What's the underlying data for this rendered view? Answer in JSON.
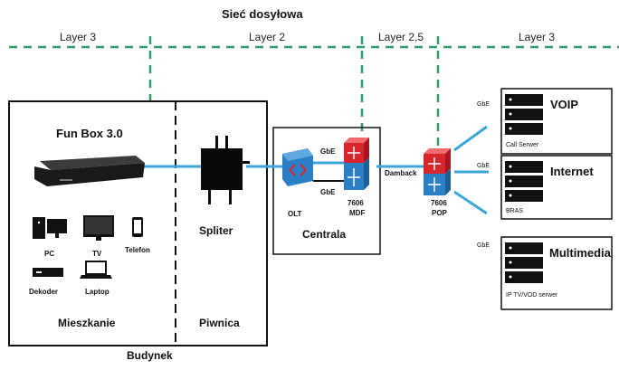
{
  "diagram": {
    "title": "Sieć dosyłowa",
    "layers": [
      "Layer 3",
      "Layer 2",
      "Layer 2,5",
      "Layer 3"
    ],
    "colors": {
      "dashed_line": "#2e9e6a",
      "link": "#3aa5d6",
      "device_red": "#d7262e",
      "device_blue": "#2b7fc4"
    },
    "home": {
      "device": "Fun Box 3.0",
      "devices": [
        "PC",
        "TV",
        "Telefon",
        "Dekoder",
        "Laptop"
      ],
      "zone_left": "Mieszkanie",
      "zone_right": "Piwnica",
      "building": "Budynek",
      "splitter": "Spliter"
    },
    "central": {
      "label": "Centrala",
      "olt": "OLT",
      "mdf_model": "7606",
      "mdf": "MDF",
      "gbe_top": "GbE",
      "gbe_bottom": "GbE"
    },
    "pop": {
      "model": "7606",
      "label": "POP",
      "damback": "Damback"
    },
    "servers": [
      {
        "name": "VOIP",
        "caption": "Call Serwer",
        "link": "GbE"
      },
      {
        "name": "Internet",
        "caption": "BRAS",
        "link": "GbE"
      },
      {
        "name": "Multimedia",
        "caption": "IP TV/VOD serwer",
        "link": "GbE"
      }
    ]
  }
}
